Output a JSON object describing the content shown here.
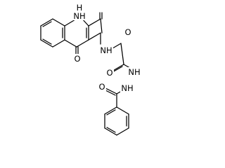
{
  "diagram": {
    "type": "chemical-structure",
    "atom_labels": {
      "ring_nh": "NH",
      "ring_h": "H",
      "ketone_o": "O",
      "amide1_o": "O",
      "amide1_nh": "NH",
      "amide2_o": "O",
      "hydrazide_nh1": "NH",
      "hydrazide_nh2": "NH",
      "benzoyl_o": "O"
    }
  }
}
